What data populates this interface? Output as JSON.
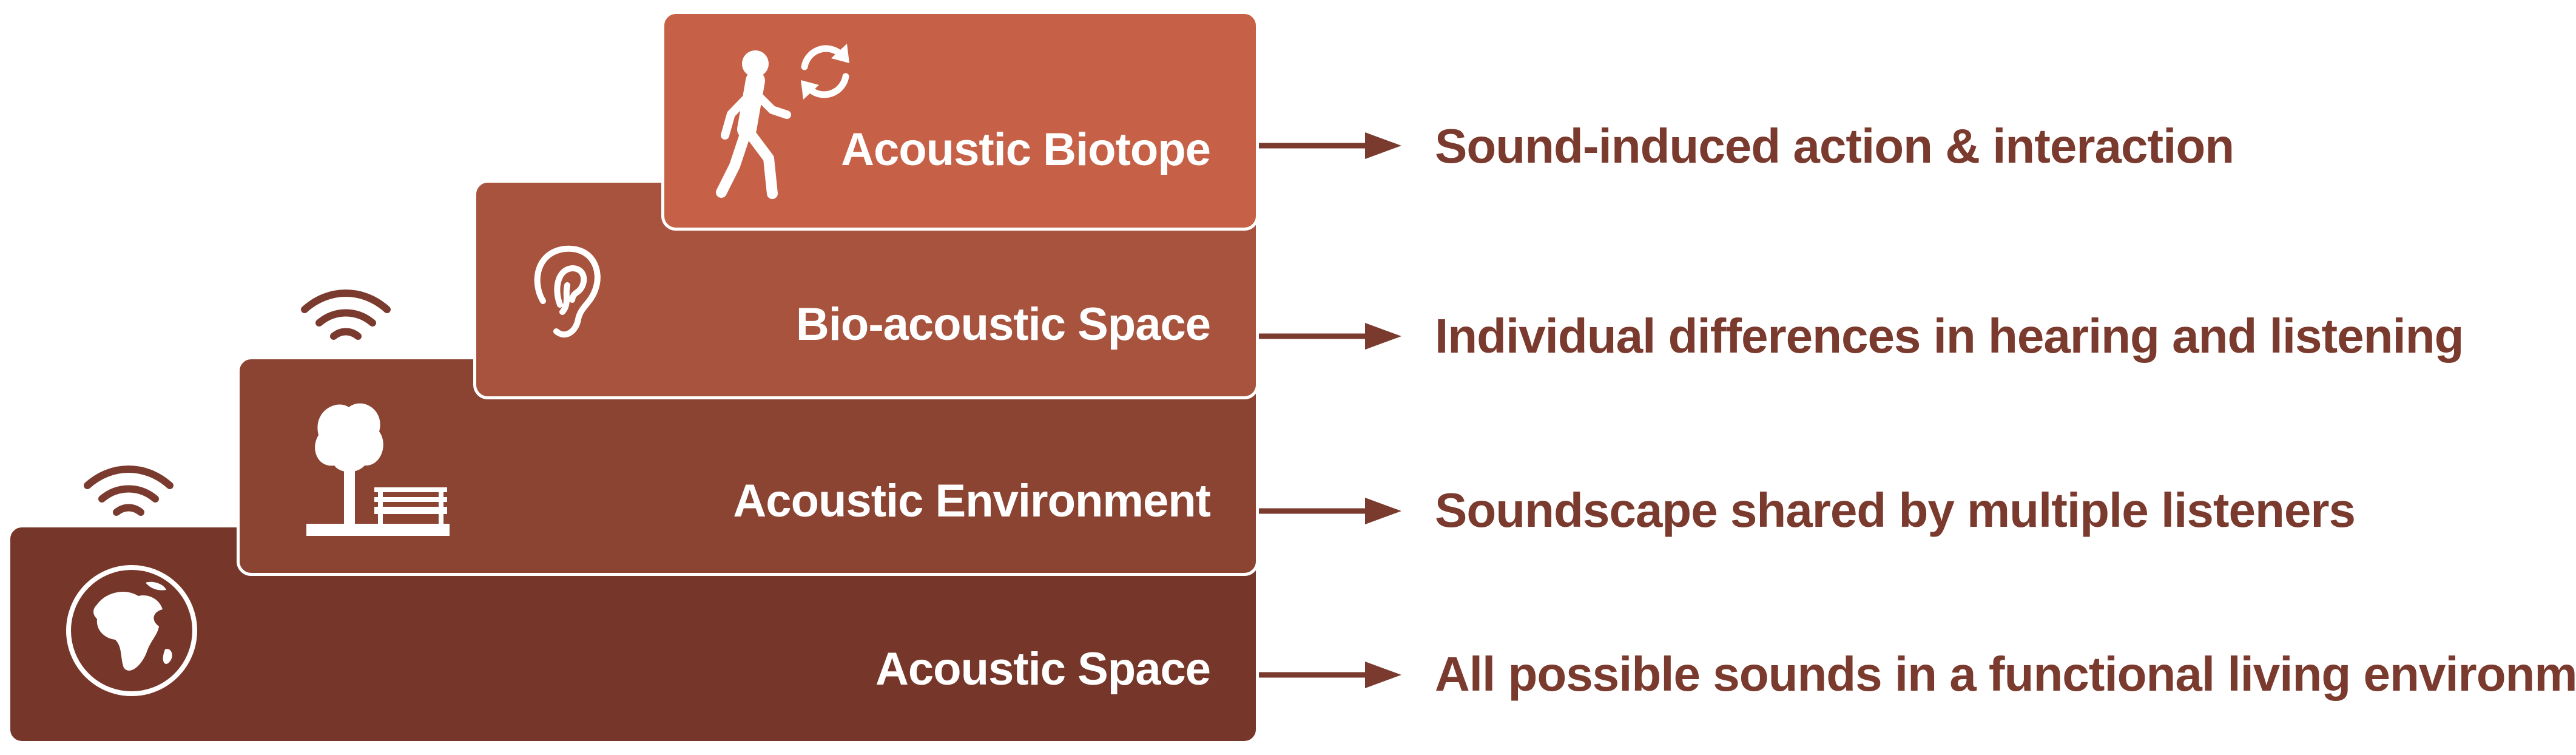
{
  "colors": {
    "level1": "#76372A",
    "level2": "#8B4332",
    "level3": "#A7533D",
    "level4": "#C66147",
    "arrow": "#7A3A2E",
    "text": "#7A3A2E"
  },
  "levels": [
    {
      "label": "Acoustic Space",
      "description": "All possible sounds in a functional living environment",
      "icon": "globe-icon"
    },
    {
      "label": "Acoustic Environment",
      "description": "Soundscape shared by multiple listeners",
      "icon": "tree-and-bench-icon"
    },
    {
      "label": "Bio-acoustic Space",
      "description": "Individual differences in hearing and listening",
      "icon": "ear-icon"
    },
    {
      "label": "Acoustic Biotope",
      "description": "Sound-induced action & interaction",
      "icon": "walking-person-cycle-icon"
    }
  ]
}
